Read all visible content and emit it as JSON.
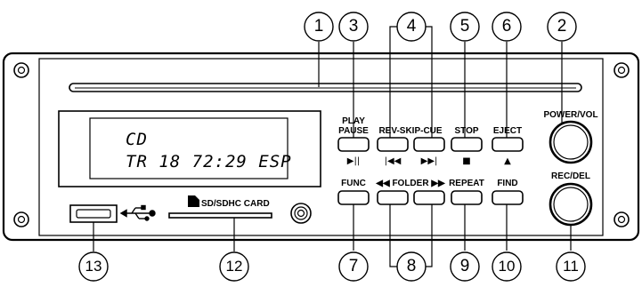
{
  "display": {
    "line1": "CD",
    "line2": "TR 18 72:29 ESP"
  },
  "buttons": {
    "play_pause": {
      "label": "PLAY\nPAUSE",
      "line1": "PLAY",
      "line2": "PAUSE",
      "symbol": "▶||"
    },
    "rev": {
      "label": "REV-SKIP-CUE",
      "symbol": "|◀◀"
    },
    "fwd": {
      "symbol": "▶▶|"
    },
    "stop": {
      "label": "STOP",
      "symbol": "■"
    },
    "eject": {
      "label": "EJECT",
      "symbol": "▲"
    },
    "func": {
      "label": "FUNC"
    },
    "folder": {
      "label": "◀◀ FOLDER ▶▶"
    },
    "repeat": {
      "label": "REPEAT"
    },
    "find": {
      "label": "FIND"
    }
  },
  "knobs": {
    "power_vol": "POWER/VOL",
    "rec_del": "REC/DEL"
  },
  "slots": {
    "sd_card": "SD/SDHC CARD"
  },
  "callouts": [
    "1",
    "2",
    "3",
    "4",
    "5",
    "6",
    "7",
    "8",
    "9",
    "10",
    "11",
    "12",
    "13"
  ]
}
